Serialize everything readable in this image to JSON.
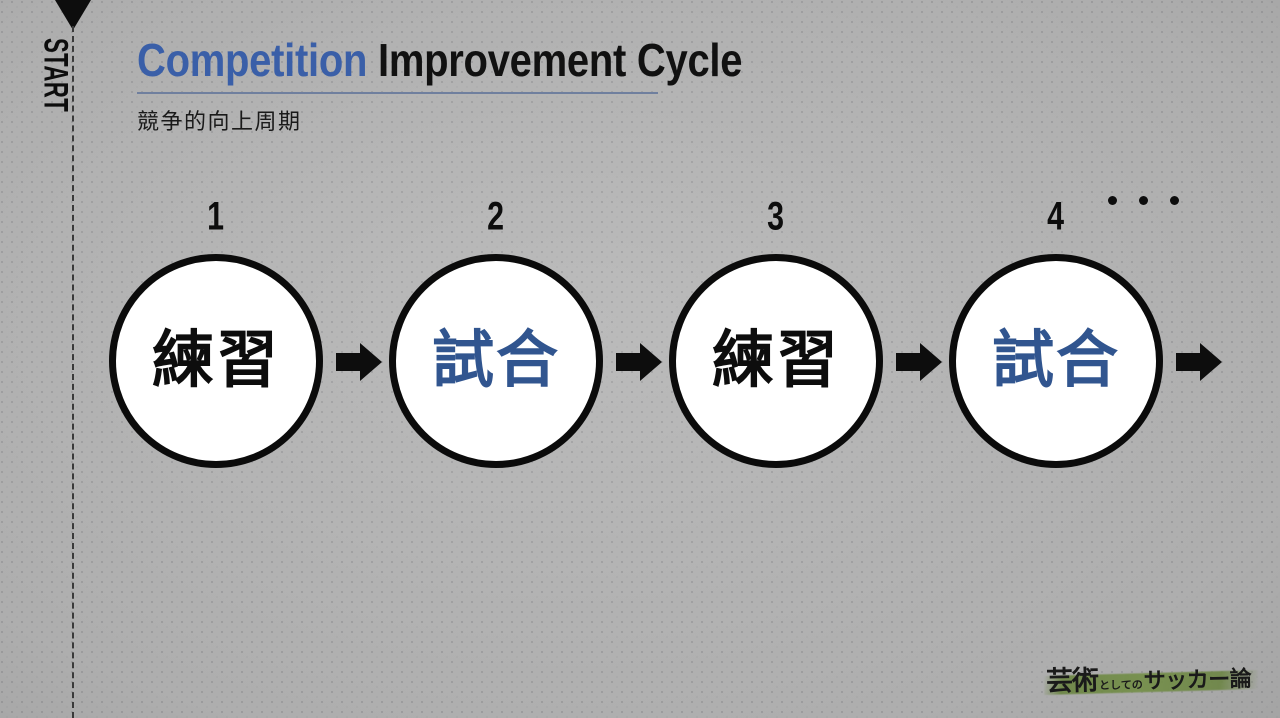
{
  "slide": {
    "background_color": "#b7b7b7",
    "accent_color": "#3a5fa8",
    "text_color": "#111111"
  },
  "start_marker": {
    "label": "START",
    "icon": "triangle-down-icon",
    "line_style": "dashed"
  },
  "header": {
    "title_accent": "Competition",
    "title_rest": " Improvement Cycle",
    "subtitle": "競争的向上周期",
    "underline_color": "#6f7f9e"
  },
  "cycle": {
    "ellipsis": "•••",
    "arrow_icon": "arrow-right-icon",
    "steps": [
      {
        "number": "1",
        "label": "練習",
        "color": "#0d0d0d",
        "kind": "practice"
      },
      {
        "number": "2",
        "label": "試合",
        "color": "#31558f",
        "kind": "match"
      },
      {
        "number": "3",
        "label": "練習",
        "color": "#0d0d0d",
        "kind": "practice"
      },
      {
        "number": "4",
        "label": "試合",
        "color": "#31558f",
        "kind": "match"
      }
    ]
  },
  "logo": {
    "part_big": "芸術",
    "part_small": "としての",
    "part_mid": "サッカー論",
    "stroke_color": "#6c8644"
  }
}
